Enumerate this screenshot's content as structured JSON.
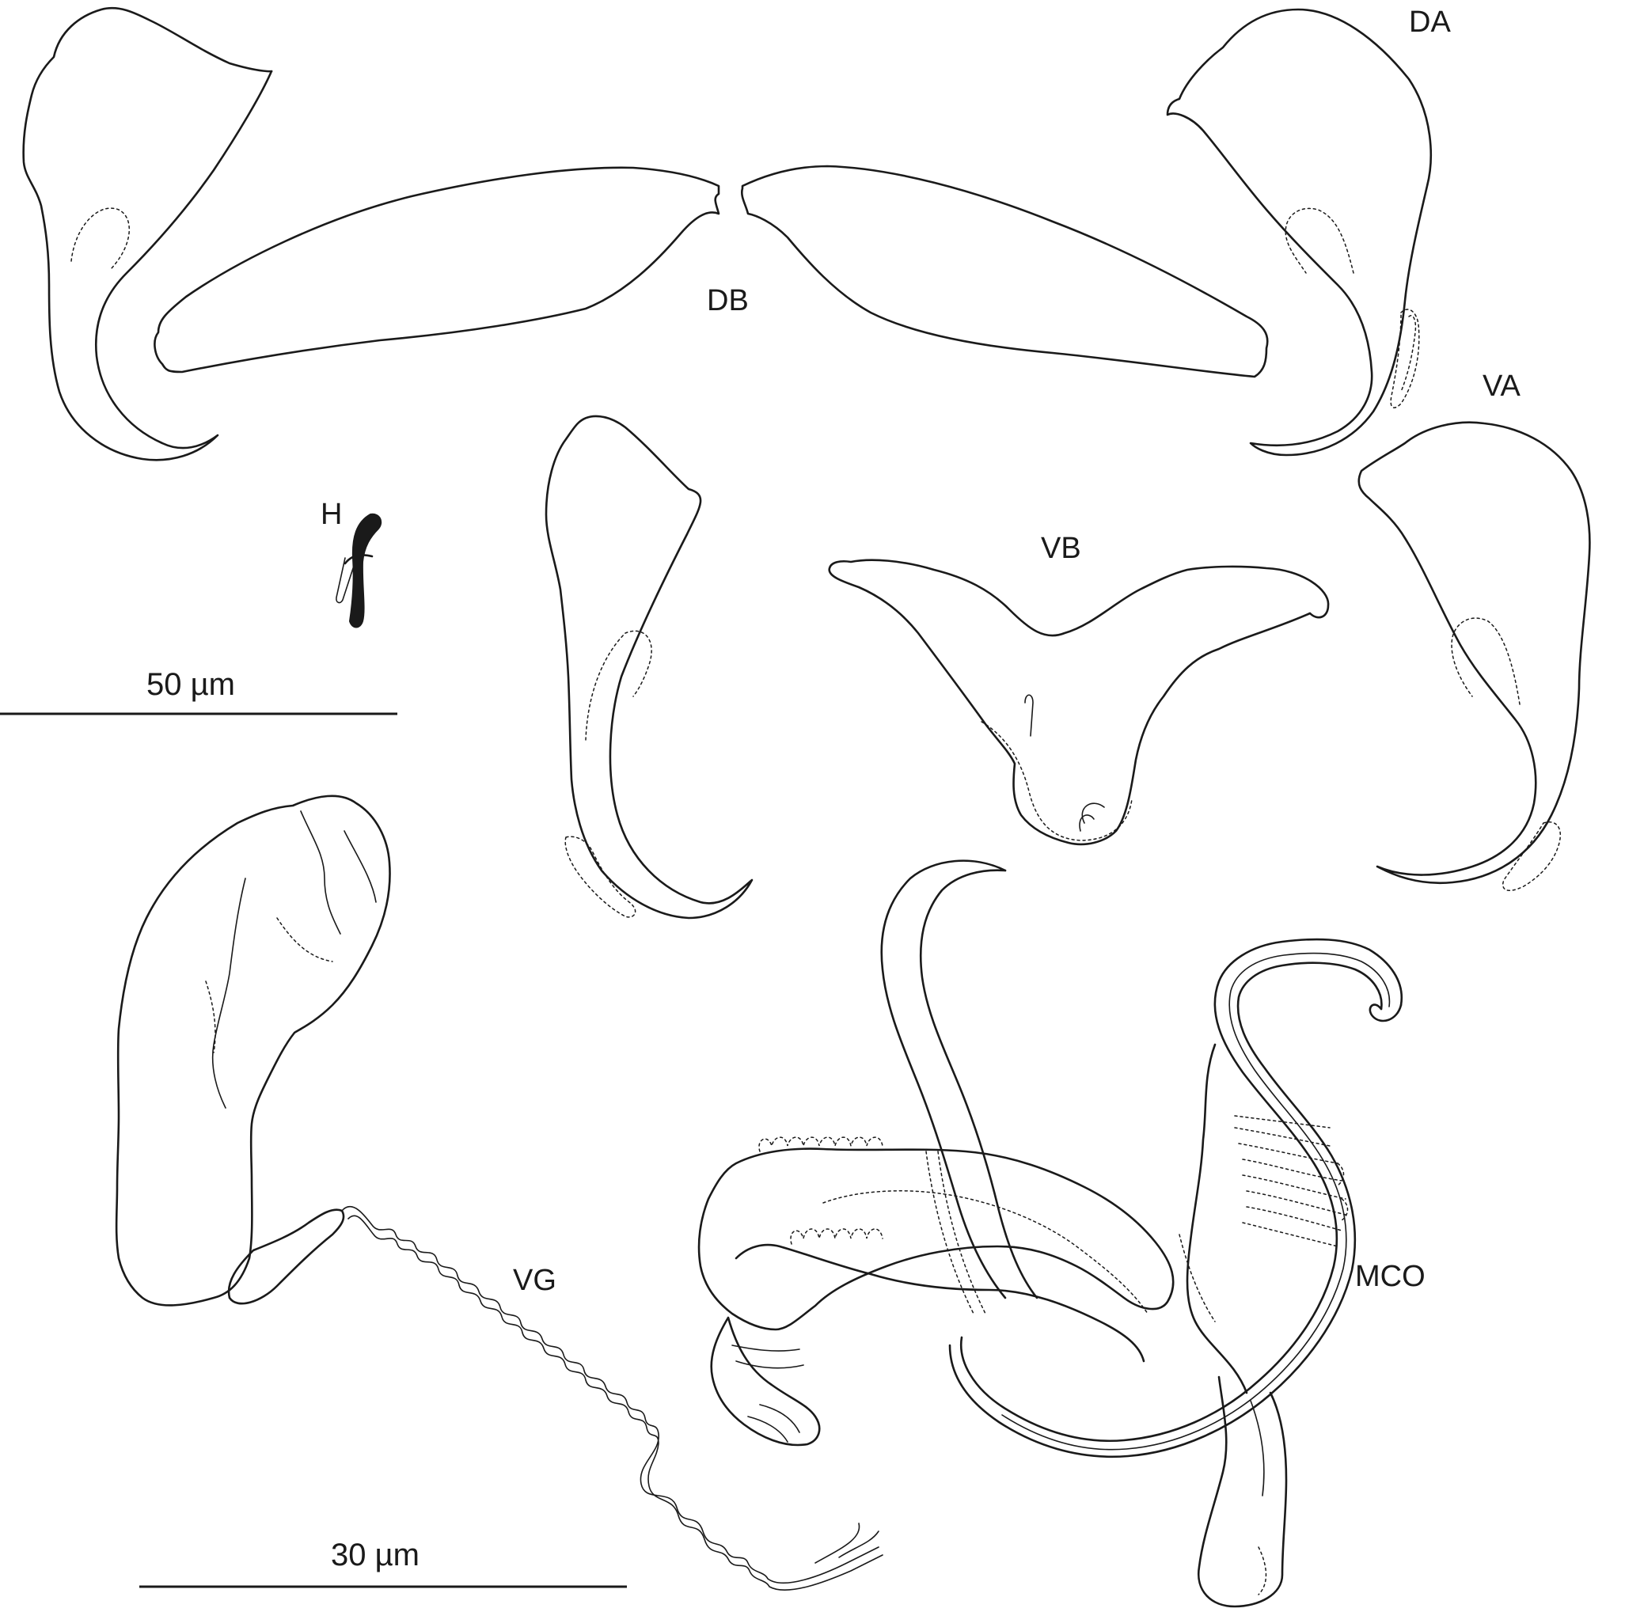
{
  "labels": {
    "dorsal_anchor": "DA",
    "dorsal_bar": "DB",
    "ventral_anchor": "VA",
    "ventral_bar": "VB",
    "hook": "H",
    "vagina": "VG",
    "male_copulatory_organ": "MCO"
  },
  "scale_bars": {
    "top": "50 µm",
    "bottom": "30 µm"
  }
}
